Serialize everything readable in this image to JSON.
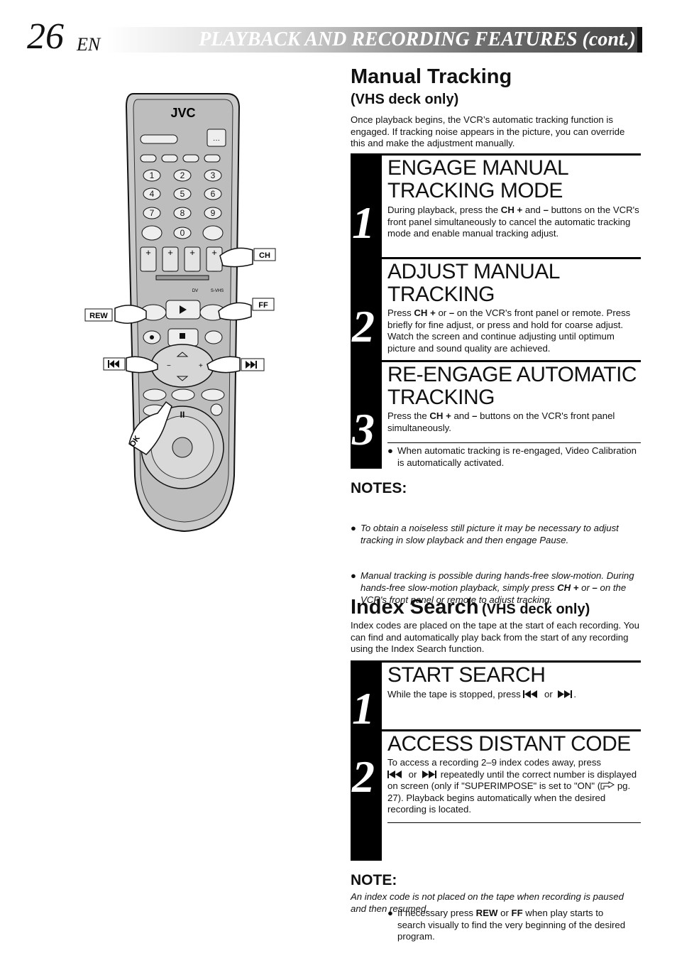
{
  "header": {
    "page_number": "26",
    "lang": "EN",
    "title": "PLAYBACK AND RECORDING FEATURES (cont.)"
  },
  "remote": {
    "brand": "JVC",
    "labels": {
      "ch": "CH",
      "rew": "REW",
      "ff": "FF",
      "ok": "OK",
      "dv": "DV",
      "svhs": "S-VHS",
      "keys": [
        "1",
        "2",
        "3",
        "4",
        "5",
        "6",
        "7",
        "8",
        "9",
        "0"
      ]
    }
  },
  "manual_tracking": {
    "title": "Manual Tracking",
    "subtitle": "(VHS deck only)",
    "intro": "Once playback begins, the VCR’s automatic tracking function is engaged. If tracking noise appears in the picture, you can override this and make the adjustment manually.",
    "steps": [
      {
        "num": "1",
        "heading_l1": "ENGAGE MANUAL",
        "heading_l2": "TRACKING MODE",
        "b1": "During playback, press the ",
        "b2": "CH  +",
        "b3": " and ",
        "b4": "–",
        "b5": " buttons on the VCR's front panel simultaneously to cancel the automatic tracking mode and enable manual tracking adjust."
      },
      {
        "num": "2",
        "heading_l1": "ADJUST MANUAL",
        "heading_l2": "TRACKING",
        "b1": "Press ",
        "b2": "CH +",
        "b3": " or ",
        "b4": "–",
        "b5": " on the VCR's front panel or remote. Press briefly for fine adjust, or press and hold for coarse adjust. Watch the screen and continue adjusting until optimum picture and sound quality are achieved."
      },
      {
        "num": "3",
        "heading_l1": "RE-ENGAGE AUTOMATIC",
        "heading_l2": "TRACKING",
        "b1": "Press the ",
        "b2": "CH  +",
        "b3": " and ",
        "b4": "–",
        "b5": " buttons on the VCR's front panel simultaneously.",
        "bullet": "When automatic tracking is re-engaged, Video Calibration is automatically activated."
      }
    ],
    "notes_title": "NOTES:",
    "note1": "To obtain a noiseless still picture it may be necessary to adjust tracking in slow playback and then engage Pause.",
    "note2a": "Manual tracking is possible during hands-free slow-motion. During hands-free slow-motion playback, simply press ",
    "note2b": "CH +",
    "note2c": " or ",
    "note2d": "–",
    "note2e": " on the VCR's front panel or remote to adjust tracking."
  },
  "index_search": {
    "title": "Index Search",
    "subtitle": "(VHS deck only)",
    "intro": "Index codes are placed on the tape at the start of each recording. You can find and automatically play back from the start of any recording using the Index Search function.",
    "steps": [
      {
        "num": "1",
        "heading": "START SEARCH",
        "b1": "While the tape is stopped, press ",
        "b2": " or ",
        "b3": "."
      },
      {
        "num": "2",
        "heading": "ACCESS DISTANT CODE",
        "b1": "To access a recording 2–9 index codes away, press",
        "b2": " or ",
        "b3": " repeatedly until the correct number is displayed on screen (only if \"SUPERIMPOSE\" is set to \"ON\" (",
        "b4": " pg. 27). Playback begins automatically when the desired recording is located.",
        "bullet_a": "If necessary press ",
        "bullet_b": "REW",
        "bullet_c": " or ",
        "bullet_d": "FF",
        "bullet_e": " when play starts to search visually to find the very beginning of the desired program."
      }
    ],
    "note_title": "NOTE:",
    "note": "An index code is not placed on the tape when recording is paused and then resumed."
  },
  "icons": [
    "skip-back-icon",
    "skip-forward-icon",
    "reference-hand-icon"
  ]
}
